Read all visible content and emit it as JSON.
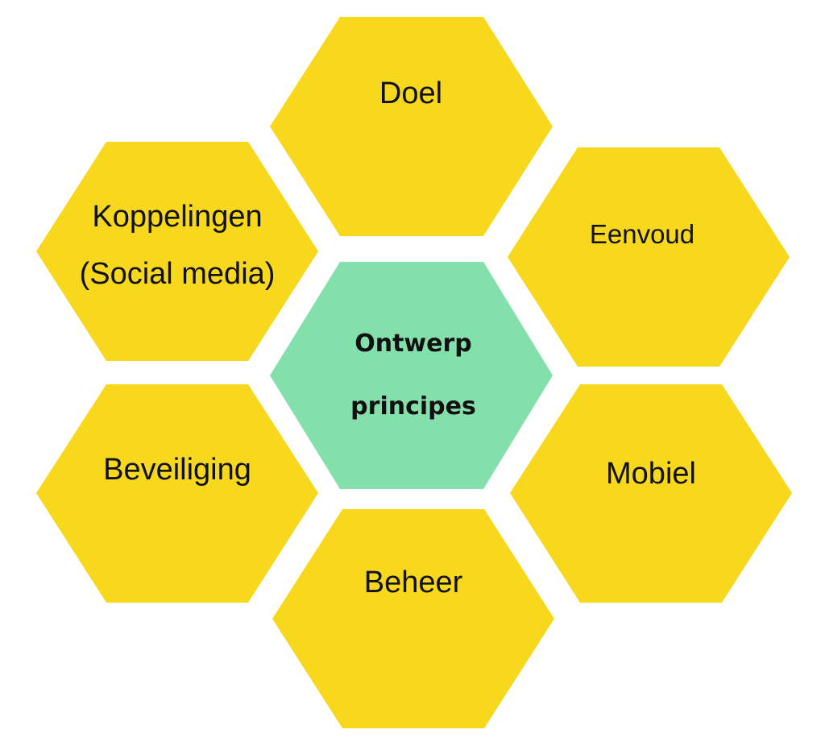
{
  "diagram": {
    "center": {
      "line1": "Ontwerp",
      "line2": "principes",
      "color": "#84E0AA"
    },
    "hex_color": "#F8D81C",
    "items": {
      "doel": "Doel",
      "koppelingen_line1": "Koppelingen",
      "koppelingen_line2": "(Social media)",
      "eenvoud": "Eenvoud",
      "beveiliging": "Beveiliging",
      "mobiel": "Mobiel",
      "beheer": "Beheer"
    }
  }
}
